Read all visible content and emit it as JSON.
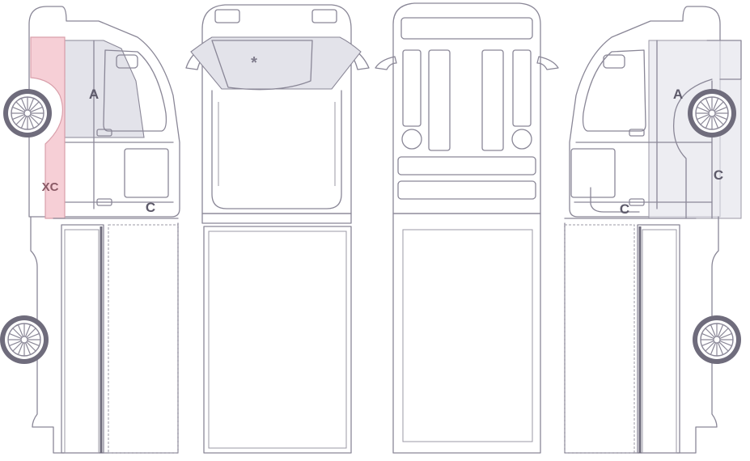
{
  "diagram": {
    "colors": {
      "outline": "#8a8797",
      "zone_shade": "#e3e3ea",
      "highlight_fill": "#f6cfd6",
      "highlight_stroke": "#d9a0ab",
      "label": "#5d5a6a",
      "highlight_label": "#8a5a66",
      "tire": "#6f6c7c"
    },
    "views": [
      {
        "id": "left-side",
        "labels": {
          "a": "A",
          "c": "C",
          "xc": "XC"
        }
      },
      {
        "id": "top",
        "labels": {
          "star": "*"
        }
      },
      {
        "id": "rear"
      },
      {
        "id": "right-side",
        "labels": {
          "a": "A",
          "c_side": "C",
          "c_bottom": "C"
        }
      }
    ]
  }
}
